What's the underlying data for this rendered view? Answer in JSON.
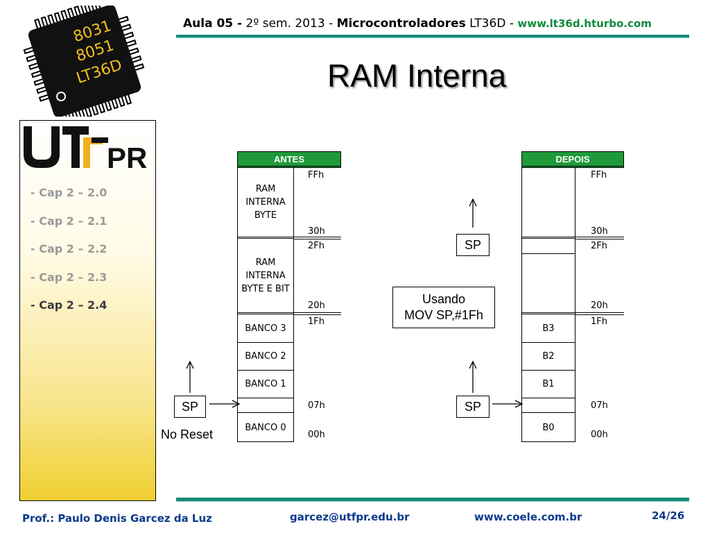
{
  "header": {
    "lesson": "Aula 05 -",
    "semester": "2º sem. 2013 -",
    "course": "Microcontroladores",
    "code": "LT36D -",
    "url": "www.lt36d.hturbo.com"
  },
  "title": "RAM Interna",
  "logo": {
    "chip_lines": [
      "8031",
      "8051",
      "LT36D"
    ],
    "institution": "UTFPR"
  },
  "sidebar": {
    "items": [
      {
        "label": "- Cap 2 – 2.0"
      },
      {
        "label": "- Cap 2 – 2.1"
      },
      {
        "label": "- Cap 2 – 2.2"
      },
      {
        "label": "- Cap 2 – 2.3"
      },
      {
        "label": "- Cap 2 – 2.4"
      }
    ]
  },
  "antes": {
    "header": "ANTES",
    "cells": {
      "ram_byte": "RAM INTERNA BYTE",
      "ram_bit": "RAM INTERNA BYTE E BIT",
      "banco3": "BANCO 3",
      "banco2": "BANCO 2",
      "banco1": "BANCO 1",
      "banco0": "BANCO 0"
    },
    "addresses": {
      "ffh": "FFh",
      "h30": "30h",
      "h2f": "2Fh",
      "h20": "20h",
      "h1f": "1Fh",
      "h07": "07h",
      "h00": "00h"
    },
    "sp_label": "SP",
    "caption": "No Reset"
  },
  "depois": {
    "header": "DEPOIS",
    "cells": {
      "b3": "B3",
      "b2": "B2",
      "b1": "B1",
      "b0": "B0"
    },
    "addresses": {
      "ffh": "FFh",
      "h30": "30h",
      "h2f": "2Fh",
      "h20": "20h",
      "h1f": "1Fh",
      "h07": "07h",
      "h00": "00h"
    },
    "sp_top_label": "SP",
    "sp_bottom_label": "SP",
    "note_line1": "Usando",
    "note_line2": "MOV SP,#1Fh"
  },
  "footer": {
    "professor": "Prof.: Paulo Denis Garcez da Luz",
    "email": "garcez@utfpr.edu.br",
    "site": "www.coele.com.br",
    "page": "24/26"
  },
  "colors": {
    "accent_green": "#1f9a3a",
    "line_teal": "#1a8a7a",
    "footer_blue": "#0a3a8a",
    "panel_yellow": "#f0cf30"
  }
}
